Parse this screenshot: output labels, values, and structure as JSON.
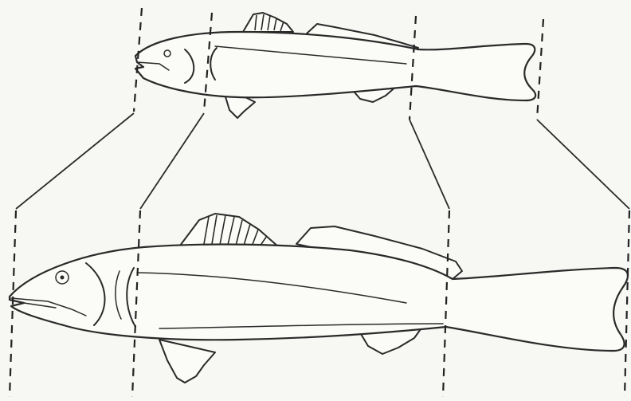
{
  "figure": {
    "background": "#f7f7f4",
    "ink": "#2a2a2a",
    "upper_fish": {
      "icon": "fish-outline-small"
    },
    "lower_fish": {
      "icon": "fish-outline-large"
    },
    "gridlines": {
      "style": "dashed",
      "count_per_fish": 4
    },
    "connectors": {
      "count": 4
    }
  }
}
